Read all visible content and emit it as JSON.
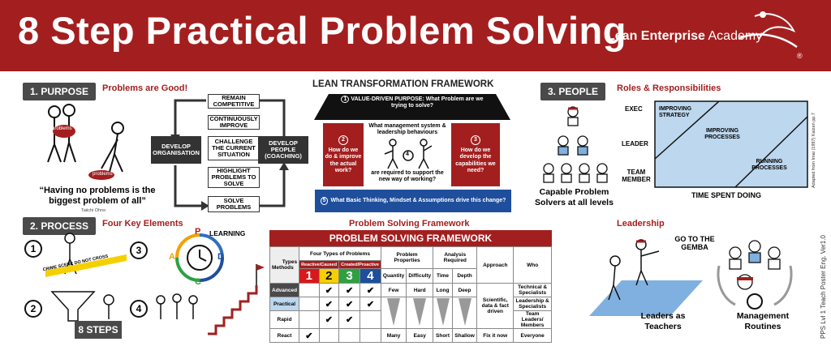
{
  "header": {
    "title": "8 Step Practical Problem Solving",
    "brand_bold": "Lean Enterprise",
    "brand_light": "Academy",
    "brand_mark": "®"
  },
  "purpose": {
    "tab": "1. PURPOSE",
    "heading": "Problems are Good!",
    "sign_1": "problems",
    "sign_2": "problems",
    "quote": "“Having no problems is the biggest problem of all”",
    "quote_author": "Taiichi Ohno"
  },
  "cycle": {
    "items": [
      "REMAIN COMPETITIVE",
      "CONTINUOUSLY IMPROVE",
      "CHALLENGE THE CURRENT SITUATION",
      "HIGHLIGHT PROBLEMS TO SOLVE",
      "SOLVE PROBLEMS"
    ],
    "left": "DEVELOP ORGANISATION",
    "right": "DEVELOP PEOPLE (COACHING)"
  },
  "ltf": {
    "title": "LEAN TRANSFORMATION FRAMEWORK",
    "roof_num": "1",
    "roof": "VALUE-DRIVEN PURPOSE: What Problem are we trying to solve?",
    "left_num": "2",
    "left": "How do we do & improve the actual work?",
    "right_num": "3",
    "right": "How do we develop the capabilities we need?",
    "center_top": "What management system & leadership behaviours",
    "center_num": "4",
    "center_bottom": "are required to support the new way of working?",
    "base_num": "5",
    "base": "What Basic Thinking, Mindset & Assumptions drive this change?"
  },
  "people": {
    "tab": "3. PEOPLE",
    "heading": "Roles & Responsibilities",
    "caption": "Capable Problem Solvers at all levels",
    "levels": [
      "EXEC",
      "LEADER",
      "TEAM MEMBER"
    ],
    "chart_labels": [
      "IMPROVING STRATEGY",
      "IMPROVING PROCESSES",
      "RUNNING PROCESSES"
    ],
    "xlabel": "TIME SPENT DOING",
    "source": "Adapted from Imai (1987) Kaizen pp.7"
  },
  "process": {
    "tab": "2. PROCESS",
    "heading": "Four Key Elements",
    "nums": [
      "1",
      "2",
      "3",
      "4"
    ],
    "tape": "CRIME SCENE DO NOT CROSS",
    "steps_label": "8 STEPS",
    "pdca": [
      "P",
      "D",
      "C",
      "A"
    ],
    "learning": "LEARNING"
  },
  "psf": {
    "heading": "Problem Solving Framework",
    "table_title": "PROBLEM SOLVING FRAMEWORK",
    "types_label": "Types",
    "methods_label": "Methods",
    "four_types": "Four Types of Problems",
    "reactive": "Reactive/Caused",
    "created": "Created/Proactive",
    "type_nums": [
      "1",
      "2",
      "3",
      "4"
    ],
    "problem_props": "Problem Properties",
    "quantity": "Quantity",
    "difficulty": "Difficulty",
    "analysis": "Analysis Required",
    "time": "Time",
    "depth": "Depth",
    "approach": "Approach",
    "who": "Who",
    "methods": [
      "Advanced",
      "Practical",
      "Rapid",
      "React"
    ],
    "checks": [
      [
        "",
        "✔",
        "✔",
        "✔"
      ],
      [
        "",
        "✔",
        "✔",
        "✔"
      ],
      [
        "",
        "✔",
        "✔",
        ""
      ],
      [
        "✔",
        "",
        "",
        ""
      ]
    ],
    "top_vals": [
      "Few",
      "Hard",
      "Long",
      "Deep"
    ],
    "bottom_vals": [
      "Many",
      "Easy",
      "Short",
      "Shallow"
    ],
    "approach_main": "Scientific, data & fact driven",
    "approach_react": "Fix it now",
    "who_vals": [
      "Technical & Specialists",
      "Leadership & Specialists",
      "Team Leaders/ Members",
      "Everyone"
    ]
  },
  "leadership": {
    "heading": "Leadership",
    "gemba": "GO TO THE GEMBA",
    "teachers": "Leaders as Teachers",
    "routines": "Management Routines"
  },
  "footer": {
    "side": "PPS Lvl 1 Teach Poster Eng. Ver1.0"
  },
  "colors": {
    "brand_red": "#a31f1f",
    "type1": "#d7191c",
    "type2": "#f5d000",
    "type3": "#2ea043",
    "type4": "#1f4e9c",
    "chart_fill": "#bcd7ee"
  }
}
